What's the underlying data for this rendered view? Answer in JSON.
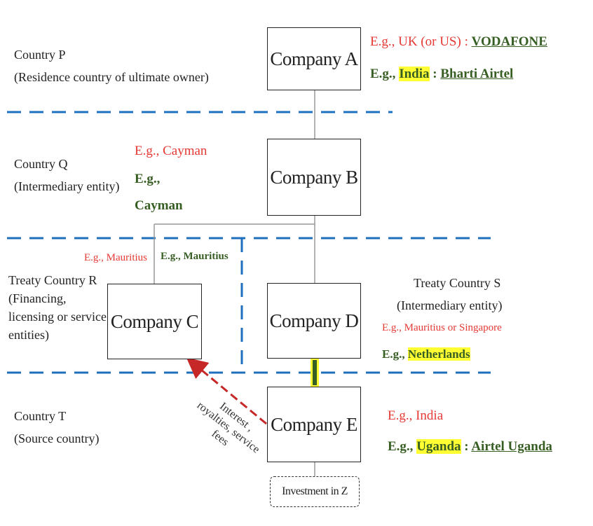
{
  "regions": {
    "country_p": {
      "name": "Country P",
      "desc": "(Residence country of ultimate owner)"
    },
    "country_q": {
      "name": "Country Q",
      "desc": "(Intermediary entity)"
    },
    "treaty_r": {
      "name": "Treaty Country  R",
      "desc_1": "(Financing,",
      "desc_2": "licensing or service",
      "desc_3": "entities)"
    },
    "treaty_s": {
      "name": "Treaty Country  S",
      "desc": "(Intermediary  entity)"
    },
    "country_t": {
      "name": "Country T",
      "desc": "(Source country)"
    }
  },
  "companies": {
    "a": "Company A",
    "b": "Company B",
    "c": "Company C",
    "d": "Company D",
    "e": "Company E",
    "z": "Investment in Z"
  },
  "examples": {
    "a_red_prefix": "E.g., UK (or US) : ",
    "a_red_name": "VODAFONE",
    "a_green_prefix": "E.g., ",
    "a_green_country": "India",
    "a_green_sep": " : ",
    "a_green_name": "Bharti Airtel",
    "b_red": "E.g., Cayman",
    "b_green_1": "E.g.,",
    "b_green_2": "Cayman",
    "c_red": "E.g., Mauritius",
    "c_green": "E.g., Mauritius",
    "d_red": "E.g., Mauritius or Singapore",
    "d_green_prefix": "E.g., ",
    "d_green_country": "Netherlands",
    "e_red": "E.g., India",
    "e_green_prefix": "E.g., ",
    "e_green_country": "Uganda",
    "e_green_sep": " : ",
    "e_green_name": "Airtel Uganda"
  },
  "flow_label": {
    "line_1": "Interest ,",
    "line_2": "royalties, service",
    "line_3": "fees"
  },
  "colors": {
    "divider": "#1f6fbf",
    "flow_arrow": "#c62828",
    "highlight": "#ffff33",
    "red_text": "#e53935",
    "green_text": "#375e23"
  }
}
